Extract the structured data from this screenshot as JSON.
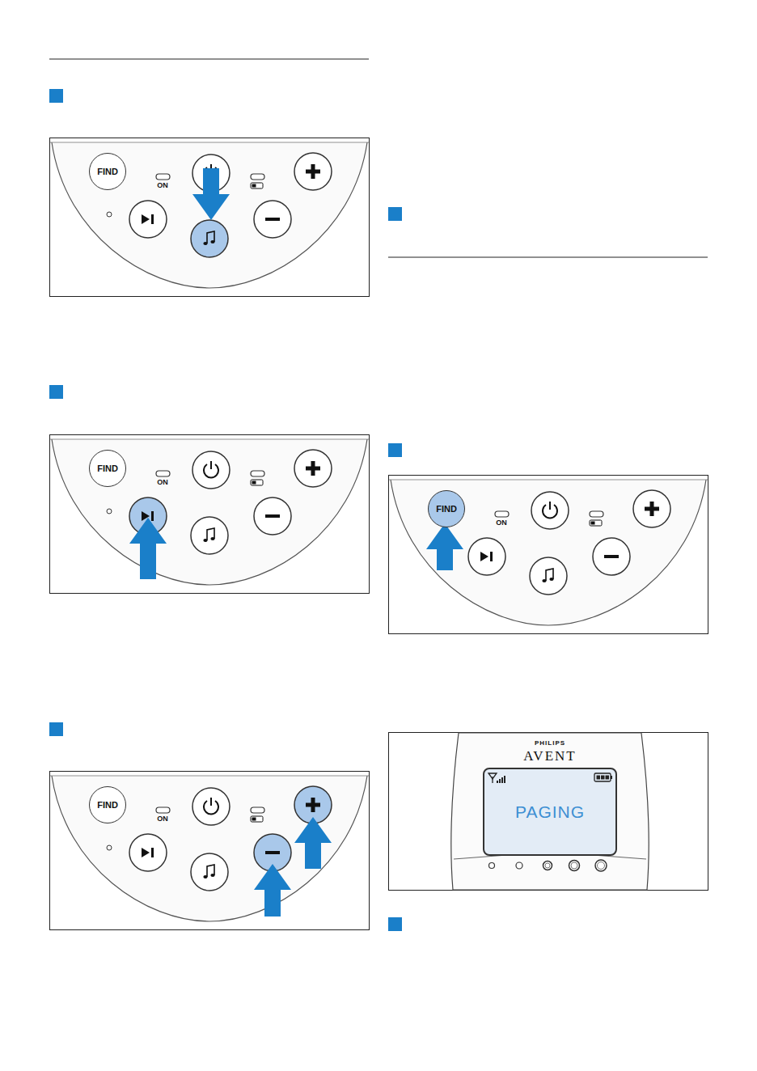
{
  "diagram": {
    "nodes": [
      {
        "text": [
          "FIND"
        ]
      },
      {
        "text": [
          "FIND"
        ]
      },
      {
        "text": [
          "FIND"
        ]
      },
      {
        "text": [
          "FIND"
        ]
      },
      {
        "text": [
          "PAGING"
        ]
      }
    ],
    "labels": [
      "ON",
      "ON",
      "ON",
      "ON",
      "PHILIPS",
      "AVENT"
    ]
  }
}
